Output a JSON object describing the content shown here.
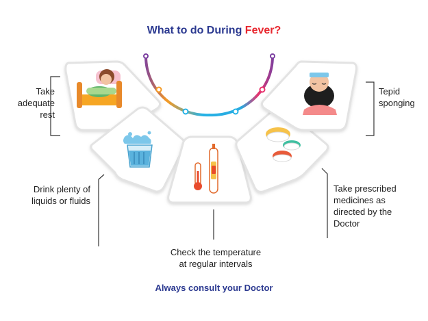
{
  "title": {
    "prefix": "What to do During ",
    "accent": "Fever?"
  },
  "steps": [
    {
      "id": "rest",
      "label_line1": "Take",
      "label_line2": "adequate",
      "label_line3": "rest",
      "icon": "child-resting-in-bed-icon"
    },
    {
      "id": "drink",
      "label_line1": "Drink plenty of",
      "label_line2": "liquids or fluids",
      "icon": "glass-of-water-icon"
    },
    {
      "id": "temperature",
      "label_line1": "Check the temperature",
      "label_line2": "at regular intervals",
      "icon": "thermometer-icon"
    },
    {
      "id": "medicines",
      "label_line1": "Take prescribed",
      "label_line2": "medicines as",
      "label_line3": "directed by the",
      "label_line4": "Doctor",
      "icon": "pills-icon"
    },
    {
      "id": "sponging",
      "label_line1": "Tepid",
      "label_line2": "sponging",
      "icon": "woman-with-cold-compress-icon"
    }
  ],
  "footer": "Always consult your Doctor",
  "colors": {
    "title": "#2b3990",
    "accent": "#e8262e",
    "arc_gradient": [
      "#7b3fa0",
      "#f59a23",
      "#27b3e6",
      "#e8336d",
      "#7b3fa0"
    ],
    "card_border": "#e3e3e3",
    "connector": "#333333"
  }
}
